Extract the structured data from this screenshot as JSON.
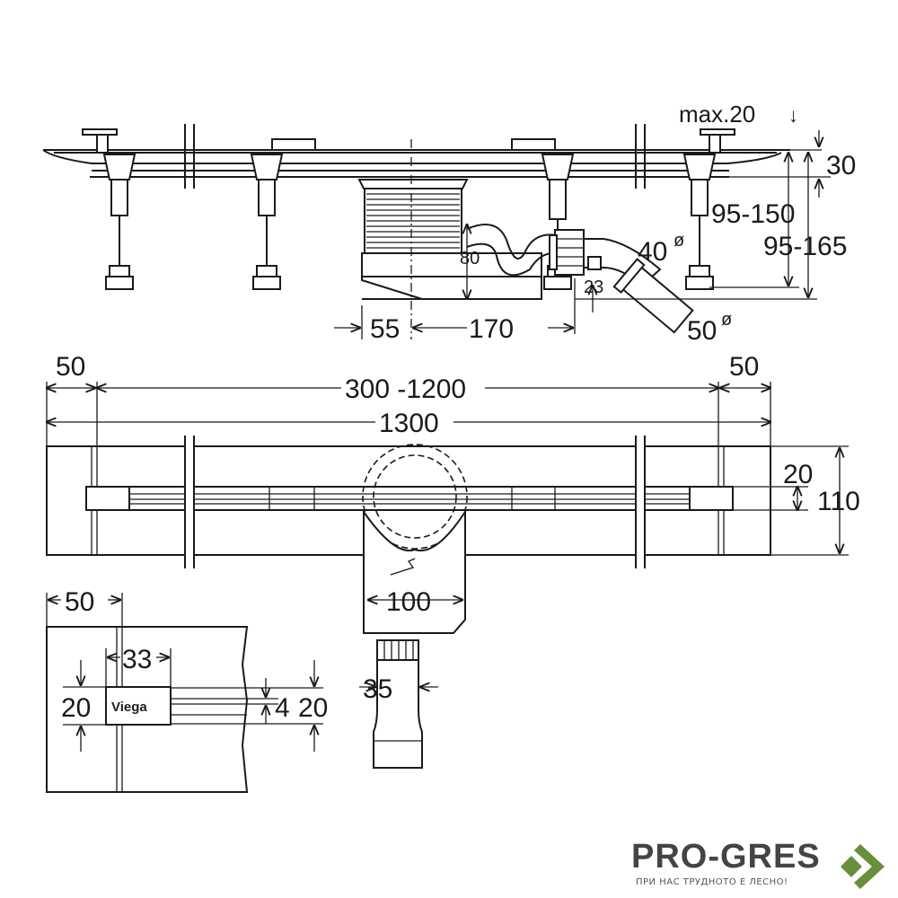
{
  "dimensions": {
    "max_height": "max.20",
    "grate_height": "30",
    "range_short": "95-150",
    "range_long": "95-165",
    "angle_outlet": "40",
    "outlet_diameter": "50",
    "trap_height": "80",
    "offset_small": "23",
    "offset_left": "55",
    "outlet_distance": "170",
    "margin_left": "50",
    "margin_right": "50",
    "adjustable_length": "300 -1200",
    "total_length": "1300",
    "slot_width": "20",
    "channel_width": "110",
    "outlet_width": "100",
    "detail_margin": "50",
    "detail_cap": "33",
    "detail_height": "20",
    "detail_gap": "4",
    "detail_gap_total": "20",
    "pipe_diameter": "35",
    "diameter_symbol": "ø"
  },
  "detail": {
    "brand_label": "Viega"
  },
  "logo": {
    "name": "PRO-GRES",
    "tagline": "ПРИ НАС ТРУДНОТО Е ЛЕСНО!",
    "accent_color": "#6a8f3c",
    "text_color": "#444444"
  }
}
